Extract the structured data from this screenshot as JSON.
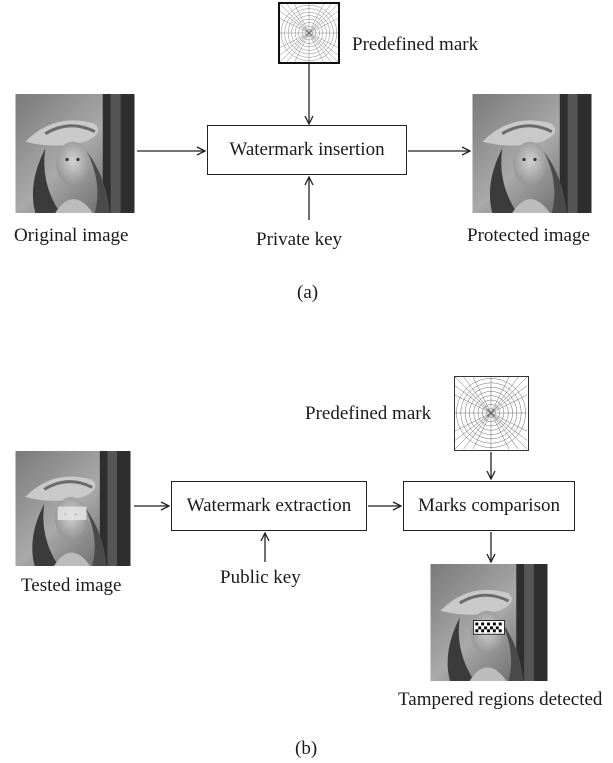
{
  "panel_a": {
    "caption": "(a)",
    "original_image_label": "Original image",
    "predefined_mark_label": "Predefined mark",
    "insertion_box_label": "Watermark insertion",
    "private_key_label": "Private key",
    "protected_image_label": "Protected image"
  },
  "panel_b": {
    "caption": "(b)",
    "tested_image_label": "Tested image",
    "predefined_mark_label": "Predefined mark",
    "extraction_box_label": "Watermark extraction",
    "comparison_box_label": "Marks comparison",
    "public_key_label": "Public key",
    "tampered_label": "Tampered regions detected"
  },
  "colors": {
    "line": "#222222",
    "photo_dark": "#3a3a3a",
    "photo_light": "#b8b8b8"
  }
}
